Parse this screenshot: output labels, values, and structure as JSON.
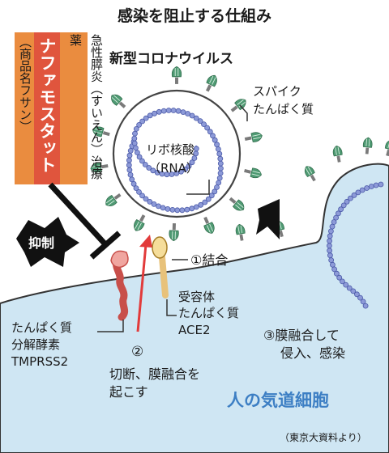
{
  "title": "感染を阻止する仕組み",
  "drug": {
    "use": "急性膵炎（すいえん）治療薬",
    "name": "ナファモスタット",
    "brand": "（商品名フサン）",
    "inhibit": "抑制"
  },
  "virus": {
    "name": "新型コロナウイルス",
    "spike_line1": "スパイク",
    "spike_line2": "たんぱく質",
    "rna_line1": "リボ核酸",
    "rna_line2": "（RNA）"
  },
  "steps": {
    "bind": "①結合",
    "receptor_line1": "受容体",
    "receptor_line2": "たんぱく質",
    "receptor_line3": "ACE2",
    "protease_line1": "たんぱく質",
    "protease_line2": "分解酵素",
    "protease_line3": "TMPRSS2",
    "cleave_num": "②",
    "cleave_line1": "切断、膜融合を",
    "cleave_line2": "起こす",
    "fusion_line1": "③膜融合して",
    "fusion_line2": "侵入、感染"
  },
  "cell_label": "人の気道細胞",
  "source": "（東京大資料より）",
  "colors": {
    "cell": "#cfe6f3",
    "cell_text": "#3d7fc4",
    "drug_orange": "#ea8c3f",
    "drug_red": "#e0553d",
    "rna": "#6e7ec9",
    "spike": "#4f9a73",
    "arrow": "#e23b3b"
  }
}
